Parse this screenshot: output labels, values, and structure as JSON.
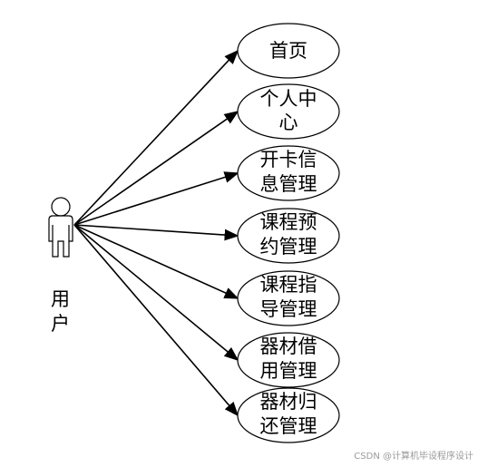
{
  "actor": {
    "label_lines": [
      "用",
      "户"
    ]
  },
  "use_cases": [
    {
      "lines": [
        "首页"
      ]
    },
    {
      "lines": [
        "个人中",
        "心"
      ]
    },
    {
      "lines": [
        "开卡信",
        "息管理"
      ]
    },
    {
      "lines": [
        "课程预",
        "约管理"
      ]
    },
    {
      "lines": [
        "课程指",
        "导管理"
      ]
    },
    {
      "lines": [
        "器材借",
        "用管理"
      ]
    },
    {
      "lines": [
        "器材归",
        "还管理"
      ]
    }
  ],
  "watermark": "CSDN @计算机毕设程序设计"
}
